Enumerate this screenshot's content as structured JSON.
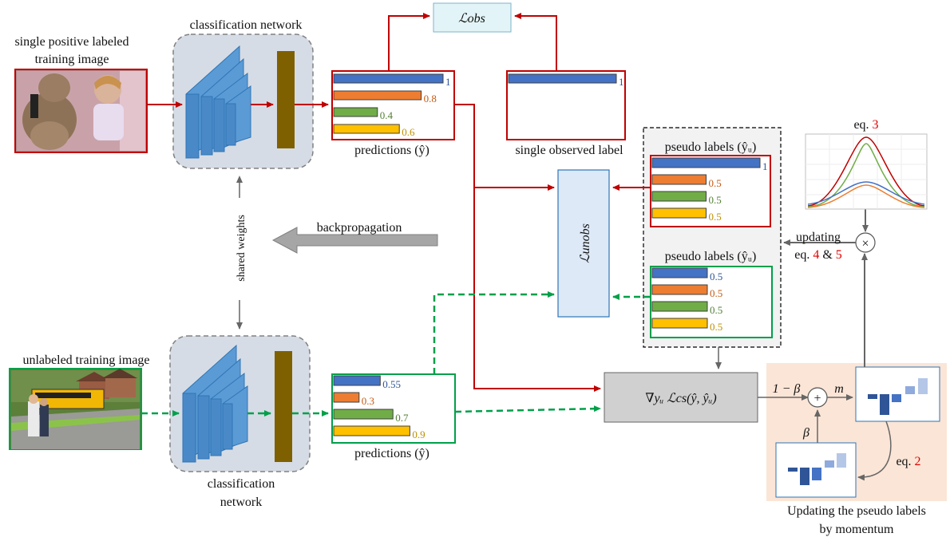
{
  "labels": {
    "pos_image_title_1": "single positive labeled",
    "pos_image_title_2": "training image",
    "unl_image_title": "unlabeled training image",
    "cls_net_top": "classification network",
    "cls_net_bottom_1": "classification",
    "cls_net_bottom_2": "network",
    "shared_weights": "shared weights",
    "backprop": "backpropagation",
    "pred_top": "predictions (ŷ)",
    "pred_bottom": "predictions (ŷ)",
    "single_obs": "single observed label",
    "pseudo_1": "pseudo labels (ŷᵤ)",
    "pseudo_2": "pseudo labels (ŷᵤ)",
    "loss_obs": "ℒobs",
    "loss_unobs": "ℒunobs",
    "grad_box": "∇yᵤ ℒcs(ŷ, ŷᵤ)",
    "one_minus_beta": "1 − β",
    "beta": "β",
    "m": "m",
    "plus": "+",
    "times": "×",
    "updating_1": "updating",
    "updating_eq_prefix": "eq. ",
    "updating_eq_4": "4",
    "updating_eq_amp": " & ",
    "updating_eq_5": "5",
    "eq3_prefix": "eq. ",
    "eq3_num": "3",
    "eq2_prefix": "eq. ",
    "eq2_num": "2",
    "momentum_1": "Updating the pseudo labels",
    "momentum_2": "by momentum"
  },
  "bars": {
    "pred_top": [
      {
        "value": 1,
        "label": "1",
        "color": "#4472c4"
      },
      {
        "value": 0.8,
        "label": "0.8",
        "color": "#ed7d31"
      },
      {
        "value": 0.4,
        "label": "0.4",
        "color": "#70ad47"
      },
      {
        "value": 0.6,
        "label": "0.6",
        "color": "#ffc000"
      }
    ],
    "observed": [
      {
        "value": 1,
        "label": "1",
        "color": "#4472c4"
      }
    ],
    "pseudo_1": [
      {
        "value": 1,
        "label": "1",
        "color": "#4472c4"
      },
      {
        "value": 0.5,
        "label": "0.5",
        "color": "#ed7d31"
      },
      {
        "value": 0.5,
        "label": "0.5",
        "color": "#70ad47"
      },
      {
        "value": 0.5,
        "label": "0.5",
        "color": "#ffc000"
      }
    ],
    "pseudo_2": [
      {
        "value": 0.5,
        "label": "0.5",
        "color": "#4472c4"
      },
      {
        "value": 0.5,
        "label": "0.5",
        "color": "#ed7d31"
      },
      {
        "value": 0.5,
        "label": "0.5",
        "color": "#70ad47"
      },
      {
        "value": 0.5,
        "label": "0.5",
        "color": "#ffc000"
      }
    ],
    "pred_bottom": [
      {
        "value": 0.55,
        "label": "0.55",
        "color": "#4472c4"
      },
      {
        "value": 0.3,
        "label": "0.3",
        "color": "#ed7d31"
      },
      {
        "value": 0.7,
        "label": "0.7",
        "color": "#70ad47"
      },
      {
        "value": 0.9,
        "label": "0.9",
        "color": "#ffc000"
      }
    ]
  },
  "colors": {
    "red": "#c00000",
    "green": "#00a04a",
    "gray_arrow": "#808080",
    "blue_block": "#5b9bd5",
    "brown_bar": "#7f6000",
    "net_bg": "#d6dce5",
    "loss_obs_bg": "#e2f4f7",
    "loss_unobs_bg": "#dde9f6",
    "grad_bg": "#d0d0d0",
    "momentum_bg": "#fbe5d6",
    "eq_red": "#e00000"
  }
}
